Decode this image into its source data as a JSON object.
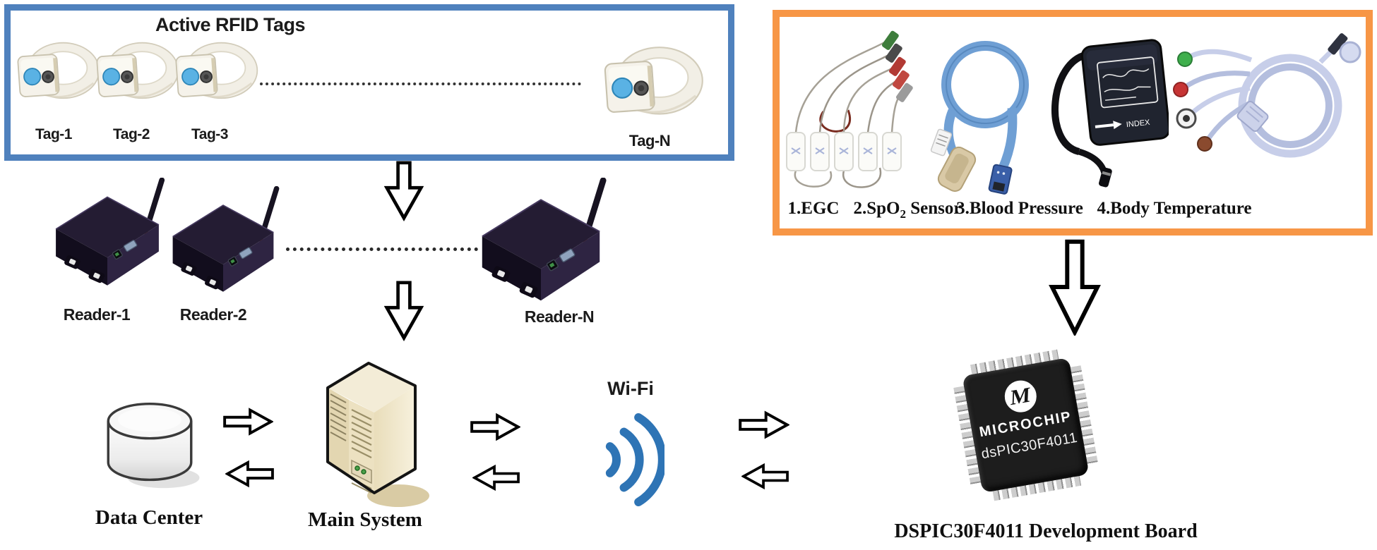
{
  "rfid_box": {
    "title": "Active RFID Tags",
    "tags": [
      {
        "label": "Tag-1"
      },
      {
        "label": "Tag-2"
      },
      {
        "label": "Tag-3"
      },
      {
        "label": "Tag-N"
      }
    ]
  },
  "sensor_box": {
    "sensors": [
      {
        "label": "1.EGC"
      },
      {
        "label_prefix": "2.SpO",
        "label_sub": "2",
        "label_suffix": " Sensor"
      },
      {
        "label": "3.Blood Pressure",
        "cuff_text": "INDEX"
      },
      {
        "label": "4.Body Temperature"
      }
    ]
  },
  "readers": [
    {
      "label": "Reader-1"
    },
    {
      "label": "Reader-2"
    },
    {
      "label": "Reader-N"
    }
  ],
  "data_center": {
    "label": "Data Center"
  },
  "main_system": {
    "label": "Main System"
  },
  "wifi": {
    "label": "Wi-Fi"
  },
  "chip": {
    "brand": "MICROCHIP",
    "model": "dsPIC30F4011",
    "board_label": "DSPIC30F4011 Development Board"
  },
  "colors": {
    "rfid_box_border": "#4f81bd",
    "sensor_box_border": "#f79646",
    "wifi_icon_blue": "#2e74b5",
    "tag_button_blue": "#5ab2e4",
    "arrow_fill": "#ffffff",
    "arrow_outline": "#000000",
    "background": "#ffffff"
  }
}
